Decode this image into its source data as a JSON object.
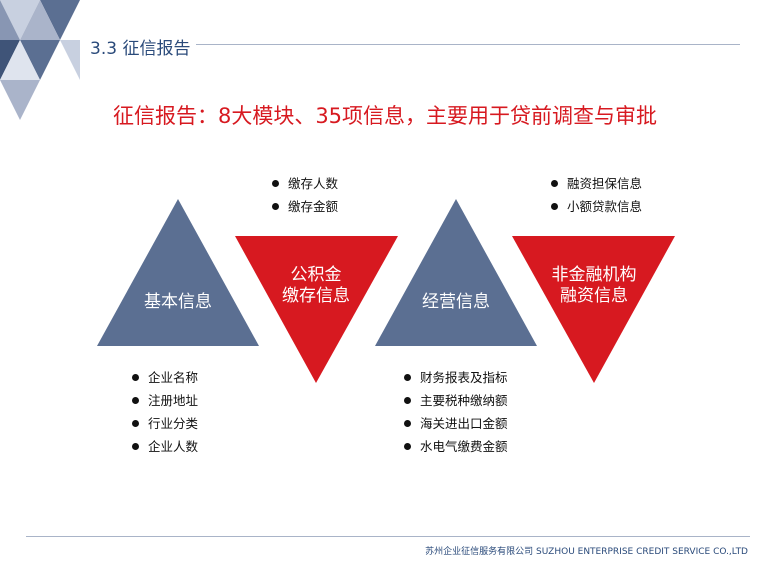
{
  "header": {
    "section_title": "3.3 征信报告"
  },
  "main_title": "征信报告：8大模块、35项信息，主要用于贷前调查与审批",
  "modules": [
    {
      "label": "基本信息",
      "color": "#5b6f92",
      "bullets": [
        "企业名称",
        "注册地址",
        "行业分类",
        "企业人数"
      ]
    },
    {
      "label_line1": "公积金",
      "label_line2": "缴存信息",
      "color": "#d71920",
      "bullets": [
        "缴存人数",
        "缴存金额"
      ]
    },
    {
      "label": "经营信息",
      "color": "#5b6f92",
      "bullets": [
        "财务报表及指标",
        "主要税种缴纳额",
        "海关进出口金额",
        "水电气缴费金额"
      ]
    },
    {
      "label_line1": "非金融机构",
      "label_line2": "融资信息",
      "color": "#d71920",
      "bullets": [
        "融资担保信息",
        "小额贷款信息"
      ]
    }
  ],
  "footer": {
    "company": "苏州企业征信服务有限公司  SUZHOU ENTERPRISE CREDIT SERVICE CO.,LTD"
  },
  "colors": {
    "accent_red": "#d71920",
    "slate_blue": "#5b6f92",
    "navy": "#2a4a7a"
  }
}
